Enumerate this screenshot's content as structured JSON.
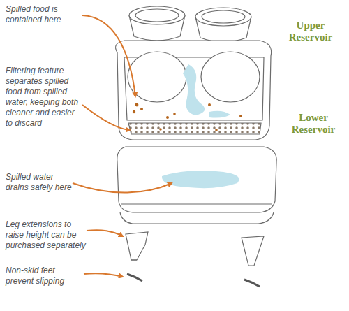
{
  "diagram": {
    "labels": [
      "Spilled food is contained here",
      "Filtering feature separates spilled food from spilled water, keeping both cleaner and easier to discard",
      "Spilled water drains safely here",
      "Leg extensions to raise height can be purchased separately",
      "Non-skid feet prevent slipping",
      "Upper Reservoir",
      "Lower Reservoir"
    ]
  }
}
